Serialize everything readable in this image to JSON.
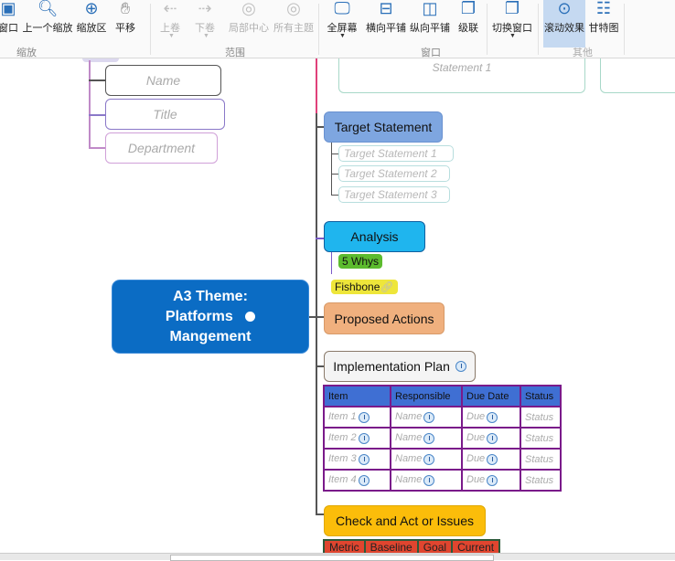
{
  "ribbon": {
    "buttons": [
      {
        "label": "窗口",
        "icon": "fit-window-icon"
      },
      {
        "label": "上一个缩放",
        "icon": "zoom-previous-icon"
      },
      {
        "label": "缩放区",
        "icon": "zoom-area-icon"
      },
      {
        "label": "平移",
        "icon": "pan-hand-icon"
      },
      {
        "label": "上卷",
        "icon": "roll-up-icon",
        "disabled": true
      },
      {
        "label": "下卷",
        "icon": "roll-down-icon",
        "disabled": true
      },
      {
        "label": "局部中心",
        "icon": "local-center-icon",
        "disabled": true
      },
      {
        "label": "所有主题",
        "icon": "all-topics-icon",
        "disabled": true
      },
      {
        "label": "全屏幕",
        "icon": "fullscreen-icon"
      },
      {
        "label": "横向平铺",
        "icon": "tile-horizontal-icon"
      },
      {
        "label": "纵向平铺",
        "icon": "tile-vertical-icon"
      },
      {
        "label": "级联",
        "icon": "cascade-icon"
      },
      {
        "label": "切换窗口",
        "icon": "switch-window-icon"
      },
      {
        "label": "滚动效果",
        "icon": "scroll-effect-icon",
        "active": true
      },
      {
        "label": "甘特图",
        "icon": "gantt-icon"
      }
    ],
    "groups": [
      "缩放",
      "范围",
      "窗口",
      "其他"
    ]
  },
  "map": {
    "top_statement": "Statement 1",
    "left_items": [
      "Name",
      "Title",
      "Department"
    ],
    "central": {
      "line1": "A3 Theme:",
      "line2": "Platforms",
      "line3": "Mangement"
    },
    "target": {
      "label": "Target  Statement",
      "children": [
        "Target Statement 1",
        "Target Statement 2",
        "Target Statement 3"
      ]
    },
    "analysis": {
      "label": "Analysis",
      "children": [
        "5 Whys",
        "Fishbone"
      ]
    },
    "proposed": "Proposed Actions",
    "implementation": {
      "label": "Implementation  Plan",
      "headers": [
        "Item",
        "Responsible",
        "Due Date",
        "Status"
      ],
      "rows": [
        [
          "Item 1",
          "Name",
          "Due",
          "Status"
        ],
        [
          "Item 2",
          "Name",
          "Due",
          "Status"
        ],
        [
          "Item 3",
          "Name",
          "Due",
          "Status"
        ],
        [
          "Item 4",
          "Name",
          "Due",
          "Status"
        ]
      ]
    },
    "check": {
      "label": "Check and Act or Issues",
      "headers": [
        "Metric",
        "Baseline",
        "Goal",
        "Current"
      ]
    }
  },
  "colors": {
    "central": "#0b6cc4",
    "target": "#7ea6e0",
    "analysis": "#1fb5ee",
    "proposed": "#f0b07e",
    "check": "#fbbd0a",
    "table_header": "#3f6fd3",
    "table_border": "#7a1a8a"
  }
}
